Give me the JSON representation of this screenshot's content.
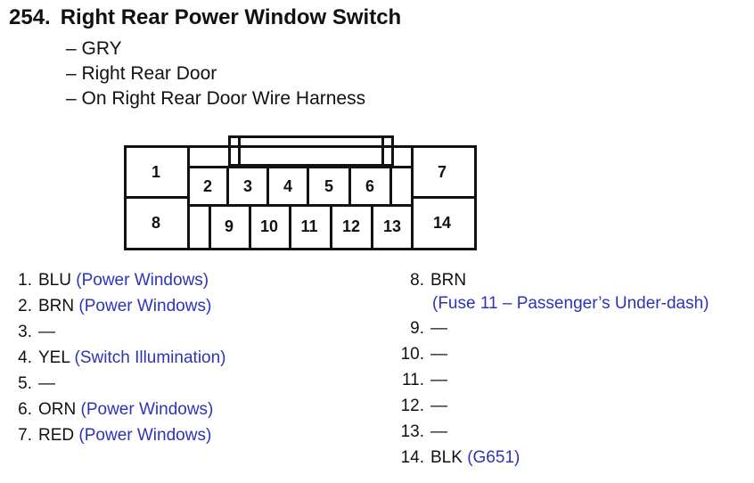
{
  "header": {
    "number": "254.",
    "title": "Right Rear Power Window Switch"
  },
  "info_lines": [
    "– GRY",
    "– Right Rear Door",
    "– On Right Rear Door Wire Harness"
  ],
  "connector": {
    "pins": [
      "1",
      "2",
      "3",
      "4",
      "5",
      "6",
      "7",
      "8",
      "9",
      "10",
      "11",
      "12",
      "13",
      "14"
    ]
  },
  "pinout_left": [
    {
      "num": "1.",
      "wire": "BLU",
      "circuit": "(Power Windows)"
    },
    {
      "num": "2.",
      "wire": "BRN",
      "circuit": "(Power Windows)"
    },
    {
      "num": "3.",
      "wire": "—",
      "circuit": ""
    },
    {
      "num": "4.",
      "wire": "YEL",
      "circuit": "(Switch Illumination)"
    },
    {
      "num": "5.",
      "wire": "—",
      "circuit": ""
    },
    {
      "num": "6.",
      "wire": "ORN",
      "circuit": "(Power Windows)"
    },
    {
      "num": "7.",
      "wire": "RED",
      "circuit": "(Power Windows)"
    }
  ],
  "pinout_right": [
    {
      "num": "8.",
      "wire": "BRN",
      "circuit": "(Fuse 11 – Passenger’s Under-dash)"
    },
    {
      "num": "9.",
      "wire": "—",
      "circuit": ""
    },
    {
      "num": "10.",
      "wire": "—",
      "circuit": ""
    },
    {
      "num": "11.",
      "wire": "—",
      "circuit": ""
    },
    {
      "num": "12.",
      "wire": "—",
      "circuit": ""
    },
    {
      "num": "13.",
      "wire": "—",
      "circuit": ""
    },
    {
      "num": "14.",
      "wire": "BLK",
      "circuit": "(G651)"
    }
  ],
  "colors": {
    "text": "#111111",
    "circuit_text": "#2b35b5",
    "line": "#111111"
  }
}
